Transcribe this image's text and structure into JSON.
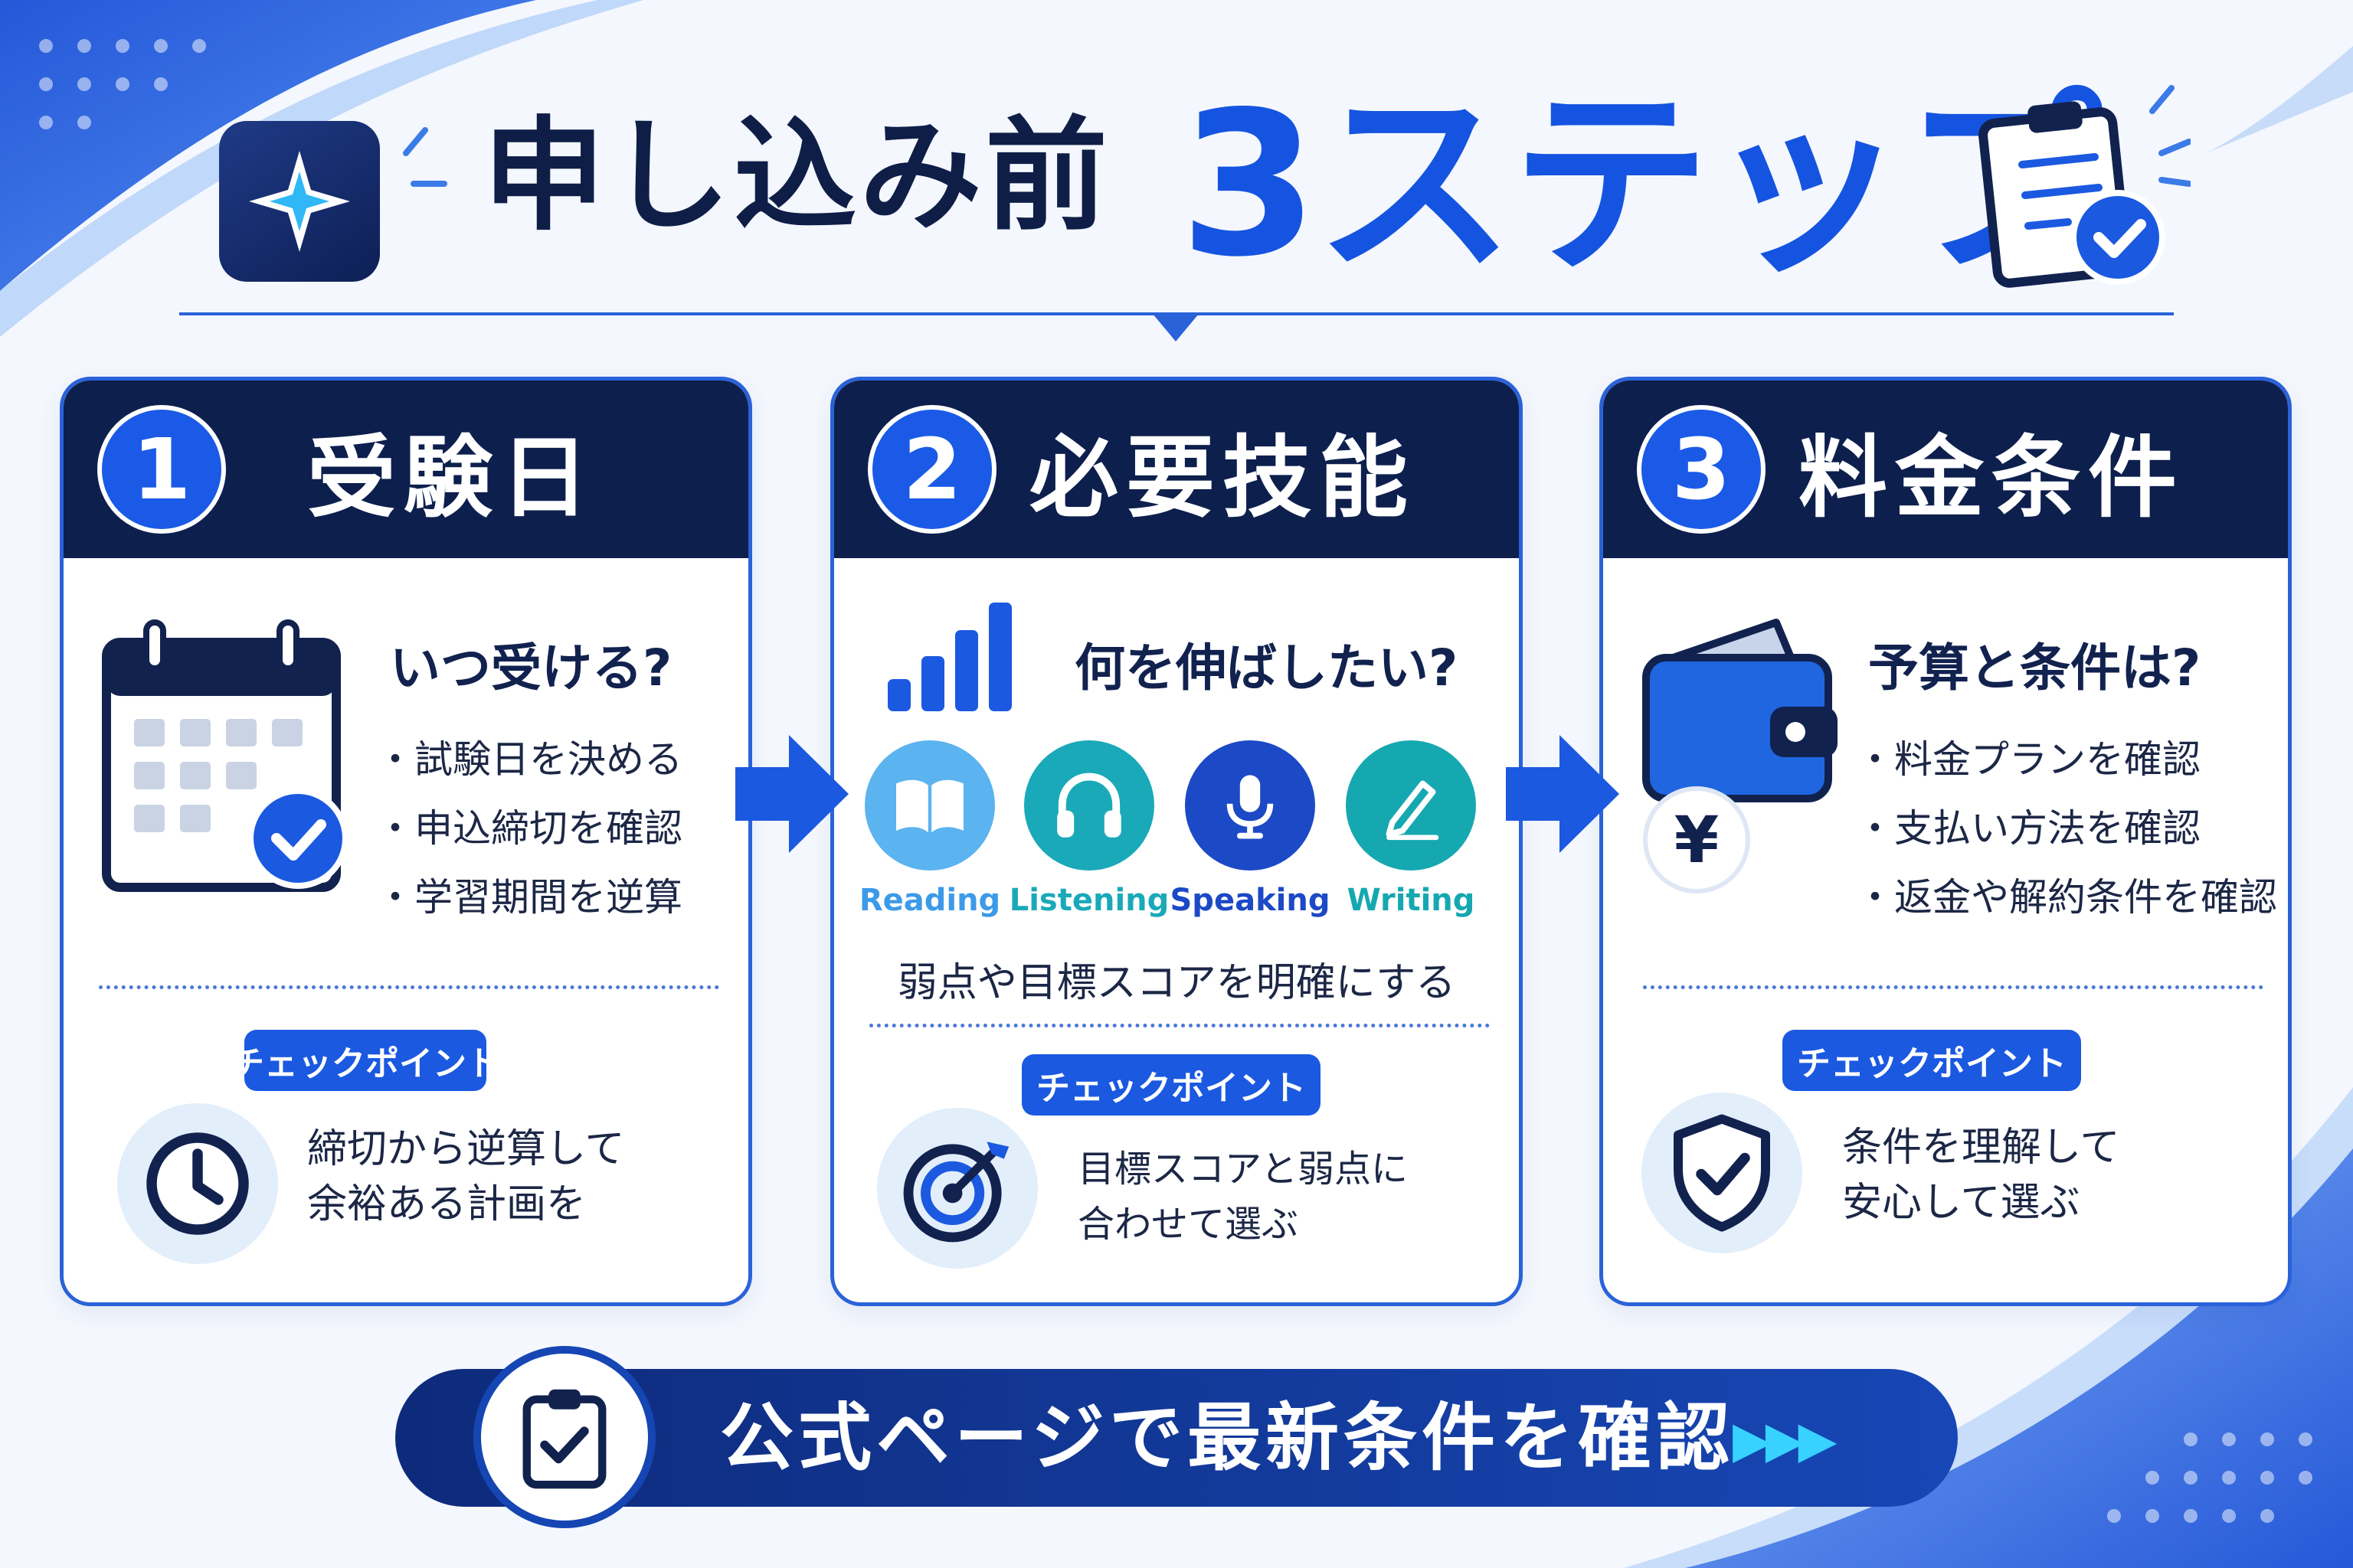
{
  "header": {
    "title_main": "申し込み前",
    "title_accent": "3ステップ"
  },
  "colors": {
    "navy": "#0d1f4d",
    "accent_blue": "#1a5ae6",
    "reading": "#5bb3f0",
    "listening": "#1aa9b8",
    "speaking": "#1c49c6",
    "writing": "#16a8b0"
  },
  "steps": [
    {
      "number": "1",
      "title": "受験日",
      "question": "いつ受ける?",
      "icon": "calendar-check-icon",
      "bullets": [
        "試験日を決める",
        "申込締切を確認",
        "学習期間を逆算"
      ],
      "checkpoint_label": "チェックポイント",
      "checkpoint_icon": "clock-icon",
      "checkpoint_lines": [
        "締切から逆算して",
        "余裕ある計画を"
      ]
    },
    {
      "number": "2",
      "title": "必要技能",
      "question": "何を伸ばしたい?",
      "icon": "signal-bars-icon",
      "skills": [
        {
          "label": "Reading",
          "icon": "book-icon"
        },
        {
          "label": "Listening",
          "icon": "headphones-icon"
        },
        {
          "label": "Speaking",
          "icon": "microphone-icon"
        },
        {
          "label": "Writing",
          "icon": "pencil-icon"
        }
      ],
      "note": "弱点や目標スコアを明確にする",
      "checkpoint_label": "チェックポイント",
      "checkpoint_icon": "target-icon",
      "checkpoint_lines": [
        "目標スコアと弱点に",
        "合わせて選ぶ"
      ]
    },
    {
      "number": "3",
      "title": "料金条件",
      "question": "予算と条件は?",
      "icon": "wallet-icon",
      "currency": "¥",
      "bullets": [
        "料金プランを確認",
        "支払い方法を確認",
        "返金や解約条件を確認"
      ],
      "checkpoint_label": "チェックポイント",
      "checkpoint_icon": "shield-check-icon",
      "checkpoint_lines": [
        "条件を理解して",
        "安心して選ぶ"
      ]
    }
  ],
  "banner": {
    "text": "公式ページで最新条件を確認",
    "icon": "clipboard-check-icon",
    "arrows": "▶▶▶"
  }
}
